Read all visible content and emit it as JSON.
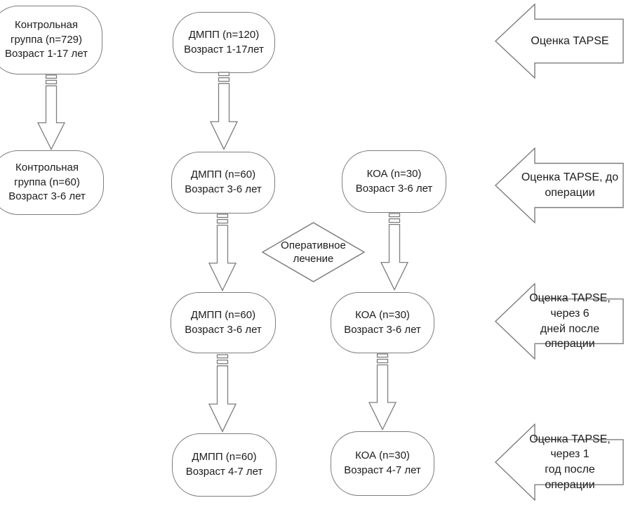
{
  "colors": {
    "outline": "#7d7d7d",
    "text": "#1c1c1c",
    "background": "#ffffff"
  },
  "flowchart": {
    "nodes": {
      "control_full": {
        "text": "Контрольная\nгруппа (n=729)\nВозраст 1-17 лет"
      },
      "dmpp_full": {
        "text": "ДМПП (n=120)\nВозраст 1-17лет"
      },
      "control_sample": {
        "text": "Контрольная\nгруппа (n=60)\nВозраст 3-6 лет"
      },
      "dmpp_preop": {
        "text": "ДМПП (n=60)\nВозраст 3-6 лет"
      },
      "koa_preop": {
        "text": "КОА (n=30)\nВозраст 3-6 лет"
      },
      "dmpp_post6d": {
        "text": "ДМПП (n=60)\nВозраст 3-6 лет"
      },
      "koa_post6d": {
        "text": "КОА (n=30)\nВозраст 3-6 лет"
      },
      "dmpp_1year": {
        "text": "ДМПП (n=60)\nВозраст 4-7 лет"
      },
      "koa_1year": {
        "text": "КОА (n=30)\nВозраст 4-7 лет"
      }
    },
    "decision": {
      "text": "Оперативное\nлечение"
    },
    "stage_labels": [
      {
        "text": "Оценка TAPSE"
      },
      {
        "text": "Оценка TAPSE, до\nоперации"
      },
      {
        "text": "Оценка TAPSE, через 6\nдней после операции"
      },
      {
        "text": "Оценка TAPSE, через 1\nгод после операции"
      }
    ]
  }
}
